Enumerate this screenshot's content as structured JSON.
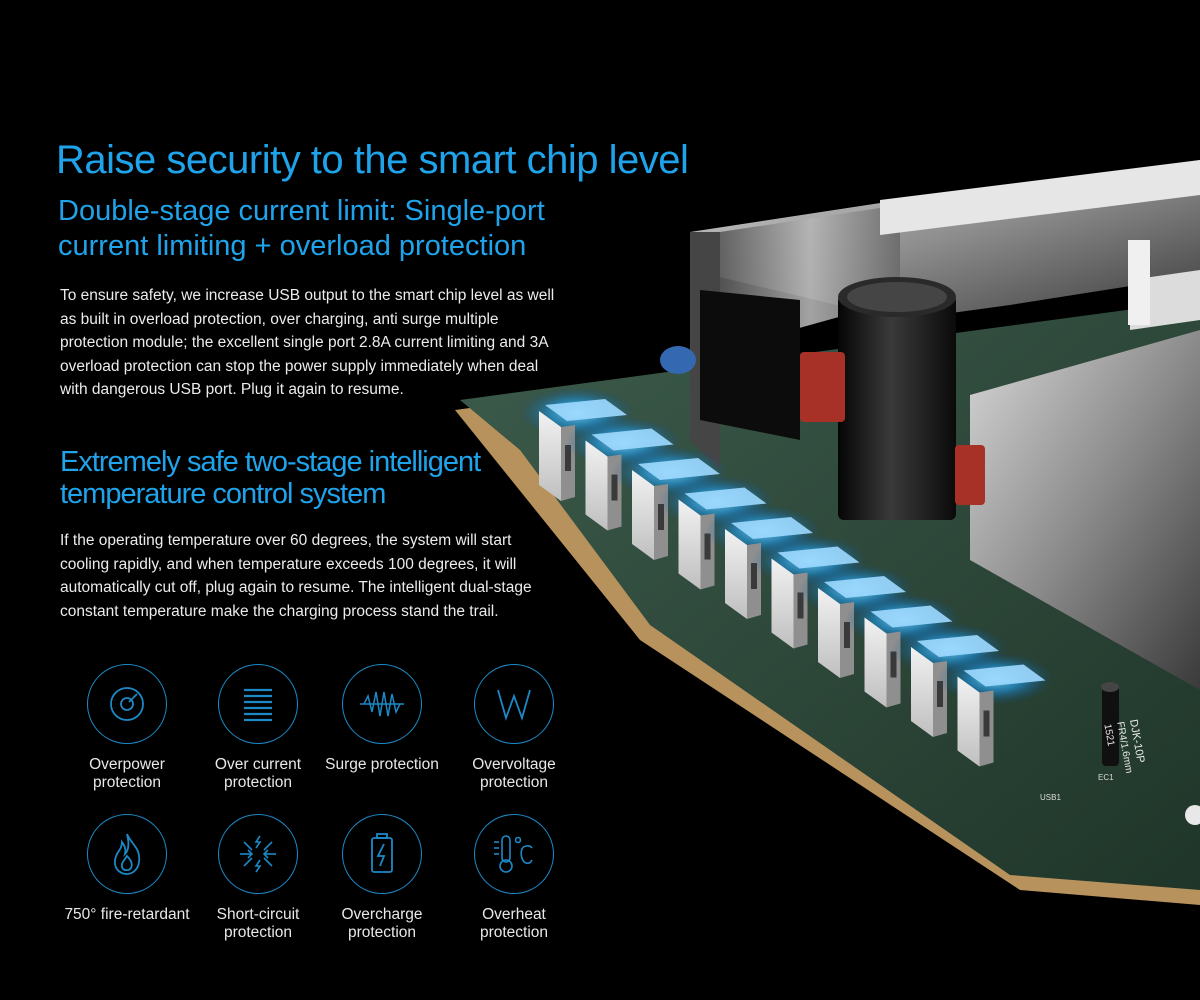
{
  "hero": {
    "headline": "Raise security to the smart chip level",
    "subhead": "Double-stage current limit: Single-port current limiting + overload protection",
    "paragraph": "To ensure safety, we increase USB output to the smart chip level as well as built in overload protection, over charging, anti surge multiple protection module; the excellent single port 2.8A current limiting and 3A overload protection can stop the power supply immediately when deal with dangerous USB port. Plug it again to resume."
  },
  "temperature": {
    "subhead": "Extremely safe two-stage intelligent temperature control system",
    "paragraph": "If the operating temperature over 60 degrees, the system will start cooling rapidly, and when temperature exceeds 100 degrees, it will automatically cut off, plug again to resume. The intelligent dual-stage constant temperature make the charging process stand the trail."
  },
  "features": [
    {
      "icon": "gauge-icon",
      "label": "Overpower protection"
    },
    {
      "icon": "horizontal-lines-icon",
      "label": "Over current protection"
    },
    {
      "icon": "surge-wave-icon",
      "label": "Surge protection"
    },
    {
      "icon": "w-wave-icon",
      "label": "Overvoltage protection"
    },
    {
      "icon": "flame-icon",
      "label": "750° fire-retardant"
    },
    {
      "icon": "short-circuit-arrows-icon",
      "label": "Short-circuit protection"
    },
    {
      "icon": "battery-bolt-icon",
      "label": "Overcharge protection"
    },
    {
      "icon": "thermometer-celsius-icon",
      "label": "Overheat protection"
    }
  ],
  "board_markings": {
    "model": "DJK-10P",
    "spec": "FR4/1.6mm",
    "code": "1521",
    "usb_port": "USB1",
    "capacitor": "EC1"
  },
  "colors": {
    "background": "#000000",
    "accent_blue": "#1fa3ea",
    "icon_blue": "#1c89c6",
    "body_text": "#ececec",
    "pcb_green": "#2e4a3d"
  }
}
